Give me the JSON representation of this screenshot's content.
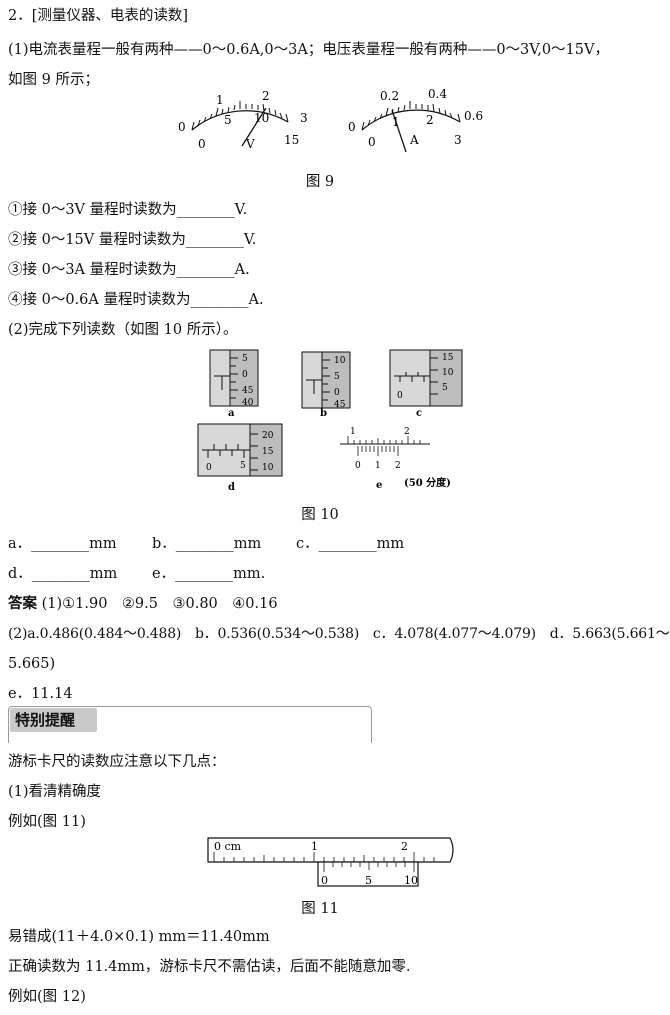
{
  "section_title": "2．[测量仪器、电表的读数]",
  "intro_1": "(1)电流表量程一般有两种——0～0.6A,0～3A；电压表量程一般有两种——0～3V,0～15V，",
  "intro_2": "如图 9 所示；",
  "fig9": {
    "caption": "图 9",
    "voltmeter": {
      "top_labels": [
        "0",
        "1",
        "2",
        "3"
      ],
      "bottom_labels": [
        "0",
        "5",
        "10",
        "15"
      ],
      "unit": "V"
    },
    "ammeter": {
      "top_labels": [
        "0",
        "0.2",
        "0.4",
        "0.6"
      ],
      "bottom_labels": [
        "0",
        "1",
        "2",
        "3"
      ],
      "unit": "A"
    }
  },
  "q1": "①接 0～3V 量程时读数为________V.",
  "q2": "②接 0～15V 量程时读数为________V.",
  "q3": "③接 0～3A 量程时读数为________A.",
  "q4": "④接 0～0.6A 量程时读数为________A.",
  "part2": "(2)完成下列读数（如图 10 所示）。",
  "fig10": {
    "caption": "图 10",
    "a": {
      "label": "a",
      "scale": [
        "5",
        "0",
        "45",
        "40"
      ]
    },
    "b": {
      "label": "b",
      "scale": [
        "10",
        "5",
        "0",
        "45"
      ]
    },
    "c": {
      "label": "c",
      "scale": [
        "15",
        "10",
        "5"
      ],
      "zero": "0"
    },
    "d": {
      "label": "d",
      "scale": [
        "20",
        "15",
        "10"
      ],
      "main": [
        "0",
        "5"
      ]
    },
    "e": {
      "label": "e",
      "main": [
        "1",
        "2"
      ],
      "vernier": [
        "0",
        "1",
        "2"
      ],
      "note": "(50 分度)"
    }
  },
  "blank_row_1": [
    "a．________mm",
    "b．________mm",
    "c．________mm"
  ],
  "blank_row_2": [
    "d．________mm",
    "e．________mm."
  ],
  "answer_label": "答案",
  "answer_1": "(1)①1.90　②9.5　③0.80　④0.16",
  "answer_2": "(2)a.0.486(0.484～0.488)　b．0.536(0.534～0.538)　c．4.078(4.077～4.079)　d．5.663(5.661～",
  "answer_3": "5.665)",
  "answer_4": "e．11.14",
  "tip_title": "特别提醒",
  "tip_intro": "游标卡尺的读数应注意以下几点：",
  "tip_1": "(1)看清精确度",
  "tip_example_1": "例如(图 11)",
  "fig11": {
    "caption": "图 11",
    "main": [
      "0 cm",
      "1",
      "2"
    ],
    "vernier": [
      "0",
      "5",
      "10"
    ]
  },
  "wrong": "易错成(11＋4.0×0.1) mm＝11.40mm",
  "correct": "正确读数为 11.4mm，游标卡尺不需估读，后面不能随意加零.",
  "tip_example_2": "例如(图 12)"
}
